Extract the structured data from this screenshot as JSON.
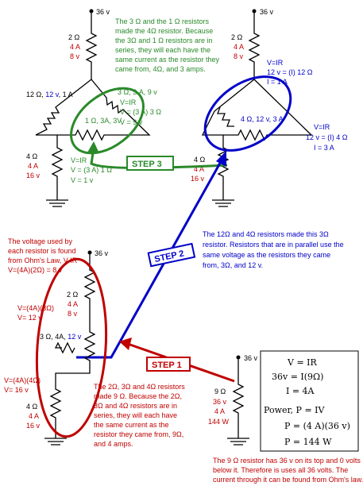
{
  "colors": {
    "green": "#2a8a2a",
    "blue": "#0000c8",
    "red": "#c00000",
    "black": "#000000"
  },
  "top_left": {
    "v_source": "36 v",
    "r2": [
      "2 Ω",
      "4 A",
      "8 v"
    ],
    "r12": [
      "12 Ω, ",
      "12 v",
      ", 1 A"
    ],
    "r3": "3 Ω, 3 A, 9 v",
    "r3_eq": [
      "V=IR",
      "V = (3 A) 3 Ω",
      "V = 9 v"
    ],
    "r1": "1 Ω, 3A, 3V",
    "r4": [
      "4 Ω",
      "4 A",
      "16 v"
    ],
    "r1_eq": [
      "V=IR",
      "V = (3 A) 1 Ω",
      "V = 1 v"
    ],
    "note": [
      "The 3 Ω and the 1 Ω resistors",
      "made the 4Ω resistor.  Because",
      "the  3Ω and 1 Ω resistors are in",
      "series, they will each have the",
      "same current as the resistor they",
      "came from, 4Ω, and 3 amps."
    ]
  },
  "top_right": {
    "v_source": "36 v",
    "r2": [
      "2 Ω",
      "4 A",
      "8 v"
    ],
    "r12_eq": [
      "V=IR",
      "12 v = (I) 12 Ω",
      "I = 1 A"
    ],
    "r4b": "4 Ω, 12 v, 3 A",
    "r4b_eq": [
      "V=IR",
      "12 v = (I) 4 Ω",
      "I = 3 A"
    ],
    "r4": [
      "4 Ω",
      "4 A",
      "16 v"
    ]
  },
  "steps": {
    "step1": "STEP 1",
    "step2": "STEP 2",
    "step3": "STEP 3"
  },
  "middle": {
    "v_source": "36 v",
    "r2": [
      "2 Ω",
      "4 A",
      "8 v"
    ],
    "r3": [
      "3 Ω, 4A, ",
      "12 v"
    ],
    "r4": [
      "4 Ω",
      "4 A",
      "16 v"
    ],
    "eq_2": [
      "V=(4A)(3Ω)",
      "V= 12 v"
    ],
    "eq_3": [
      "V=(4A)(4Ω)",
      "V= 16 v"
    ],
    "note_voltage": [
      "The voltage used by",
      "each resistor is found",
      "from Ohm's Law, V-IR",
      "V=(4A)(2Ω) = 8 v"
    ],
    "note_step2": [
      "The 12Ω and 4Ω resistors made this 3Ω",
      "resistor. Resistors that are in parallel use the",
      "same voltage  as the resistors they came",
      "from, 3Ω, and 12 v."
    ],
    "note_9": [
      "The 2Ω, 3Ω and 4Ω resistors",
      "made 9 Ω.  Because the 2Ω,",
      "3Ω and 4Ω resistors are in",
      "series, they will each have",
      "the same current as the",
      "resistor they came from, 9Ω,",
      "and 4 amps."
    ]
  },
  "bottom": {
    "v_source": "36 v",
    "r9": [
      "9 Ω",
      "36 v",
      "4 A",
      "144 W"
    ],
    "eq_box": {
      "l1": "V = IR",
      "l2": "36v = I(9Ω)",
      "l3": "I = 4A",
      "l4": "Power, P = IV",
      "l5": "P = (4 A)(36 v)",
      "l6": "P = 144  W"
    },
    "note": [
      "The 9 Ω resistor has 36 v on its top and 0 volts",
      "below it. Therefore is uses all 36 volts. The",
      "current through it can be found from Ohm's law."
    ]
  }
}
